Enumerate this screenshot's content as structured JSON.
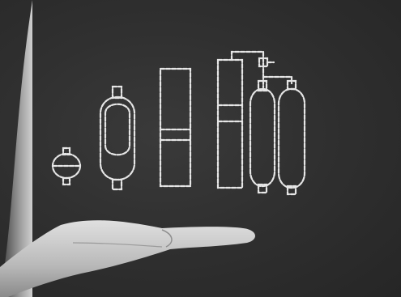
{
  "scene": {
    "description_tags": [
      "chalkboard",
      "chalk-drawings",
      "hand"
    ],
    "palette": {
      "board": "#2f2f2f",
      "chalk": "#e8e8e8",
      "edge": "#bdbdbd",
      "hand": "#cfcfcf"
    },
    "drawings": [
      {
        "id": "small-capsule"
      },
      {
        "id": "medium-capsule"
      },
      {
        "id": "rect-column"
      },
      {
        "id": "double-column"
      },
      {
        "id": "tall-capsule-left"
      },
      {
        "id": "tall-capsule-right"
      }
    ]
  }
}
